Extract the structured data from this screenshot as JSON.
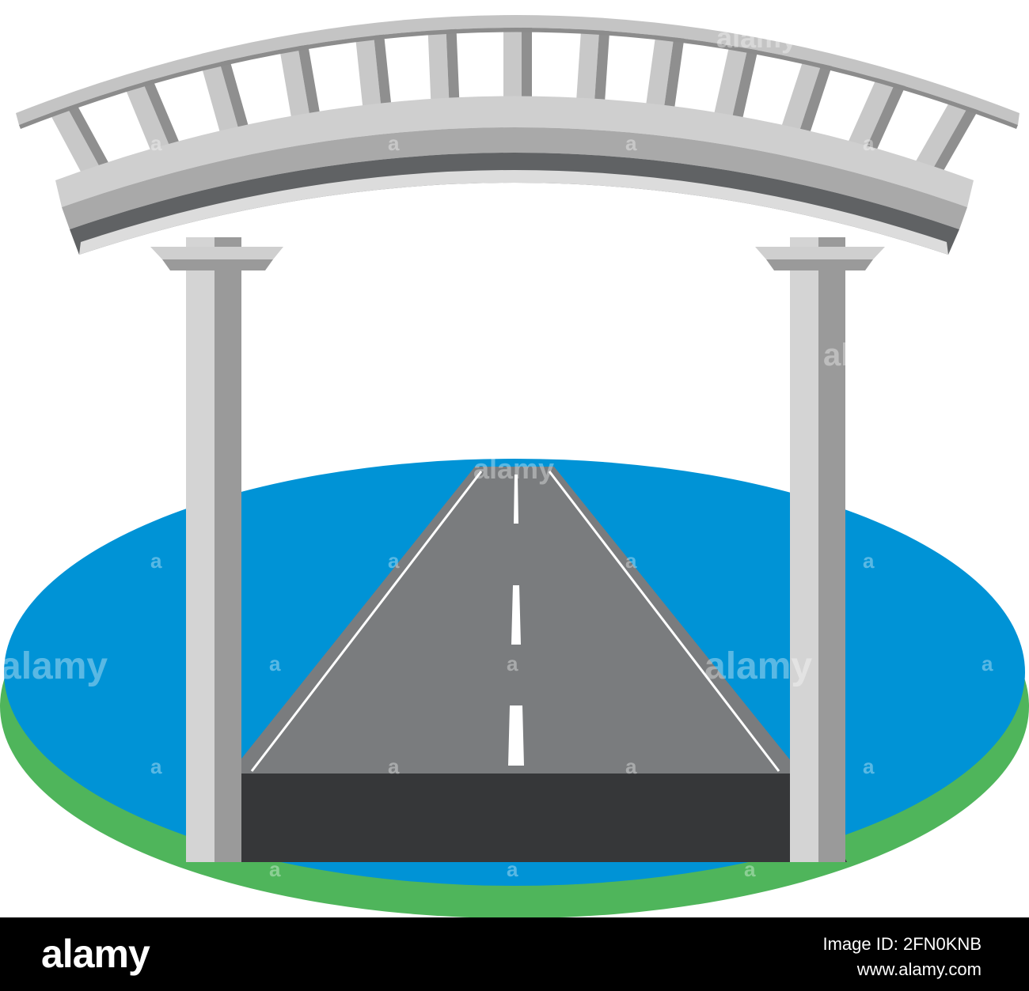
{
  "footer": {
    "logo": "alamy",
    "image_id": "Image ID: 2FN0KNB",
    "site": "www.alamy.com"
  },
  "watermark": {
    "text": "alamy",
    "letter": "a"
  },
  "colors": {
    "water": "#0093d6",
    "grass": "#4fb55b",
    "road": "#7a7c7e",
    "road_edge": "#363739",
    "pillar_light": "#d4d4d4",
    "pillar_dark": "#9a9a9a",
    "arch_light": "#cfcfcf",
    "arch_dark": "#606264"
  }
}
